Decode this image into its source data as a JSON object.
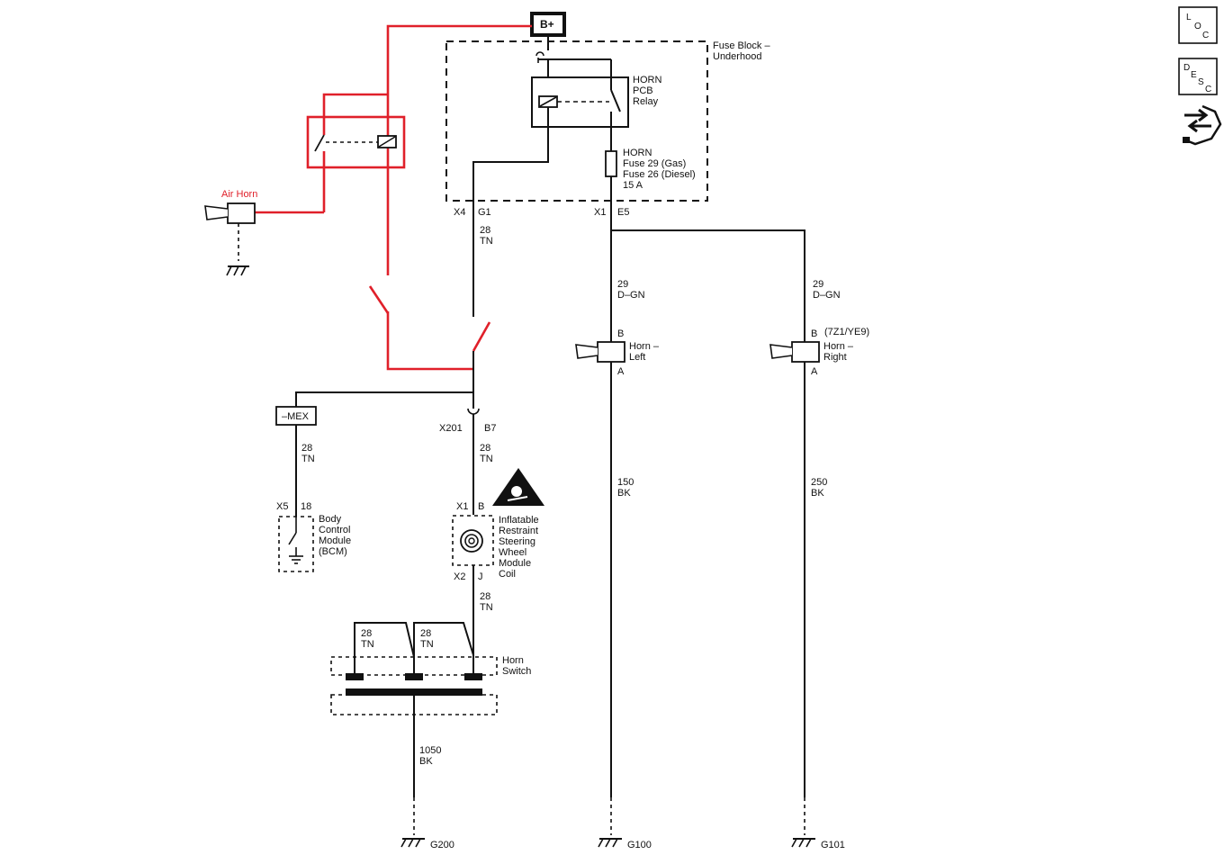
{
  "supply": {
    "label": "B+"
  },
  "fuse_block": {
    "line1": "Fuse Block –",
    "line2": "Underhood"
  },
  "relay": {
    "line1": "HORN",
    "line2": "PCB",
    "line3": "Relay"
  },
  "fuse": {
    "line1": "HORN",
    "line2": "Fuse 29 (Gas)",
    "line3": "Fuse 26 (Diesel)",
    "line4": "15 A"
  },
  "air_horn": {
    "label": "Air Horn"
  },
  "connectors": {
    "x4": "X4",
    "g1": "G1",
    "x1": "X1",
    "e5": "E5",
    "x201": "X201",
    "b7": "B7",
    "x5": "X5",
    "pin18": "18",
    "coil_x1": "X1",
    "coil_b": "B",
    "coil_x2": "X2",
    "coil_j": "J"
  },
  "wires": {
    "w28_a": {
      "gauge": "28",
      "color": "TN"
    },
    "w29_left": {
      "gauge": "29",
      "color": "D–GN"
    },
    "w29_right": {
      "gauge": "29",
      "color": "D–GN"
    },
    "w28_bcm": {
      "gauge": "28",
      "color": "TN"
    },
    "w28_b": {
      "gauge": "28",
      "color": "TN"
    },
    "w28_c": {
      "gauge": "28",
      "color": "TN"
    },
    "w28_sw1": {
      "gauge": "28",
      "color": "TN"
    },
    "w28_sw2": {
      "gauge": "28",
      "color": "TN"
    },
    "w150": {
      "gauge": "150",
      "color": "BK"
    },
    "w250": {
      "gauge": "250",
      "color": "BK"
    },
    "w1050": {
      "gauge": "1050",
      "color": "BK"
    }
  },
  "horn_left": {
    "pin_top": "B",
    "pin_bottom": "A",
    "line1": "Horn –",
    "line2": "Left"
  },
  "horn_right": {
    "pin_top": "B",
    "pin_bottom": "A",
    "option": "(7Z1/YE9)",
    "line1": "Horn –",
    "line2": "Right"
  },
  "mex": {
    "label": "–MEX"
  },
  "bcm": {
    "line1": "Body",
    "line2": "Control",
    "line3": "Module",
    "line4": "(BCM)"
  },
  "coil": {
    "line1": "Inflatable",
    "line2": "Restraint",
    "line3": "Steering",
    "line4": "Wheel",
    "line5": "Module",
    "line6": "Coil"
  },
  "horn_switch": {
    "line1": "Horn",
    "line2": "Switch"
  },
  "grounds": {
    "g200": "G200",
    "g100": "G100",
    "g101": "G101"
  },
  "nav": {
    "loc": {
      "l1": "L",
      "l2": "O",
      "l3": "C"
    },
    "desc": {
      "l1": "D",
      "l2": "E",
      "l3": "S",
      "l4": "C"
    },
    "icons": [
      "location-nav-icon",
      "description-nav-icon",
      "connector-view-icon"
    ]
  },
  "colors": {
    "wire": "#111111",
    "added_circuit": "#e0202a",
    "background": "#ffffff"
  }
}
